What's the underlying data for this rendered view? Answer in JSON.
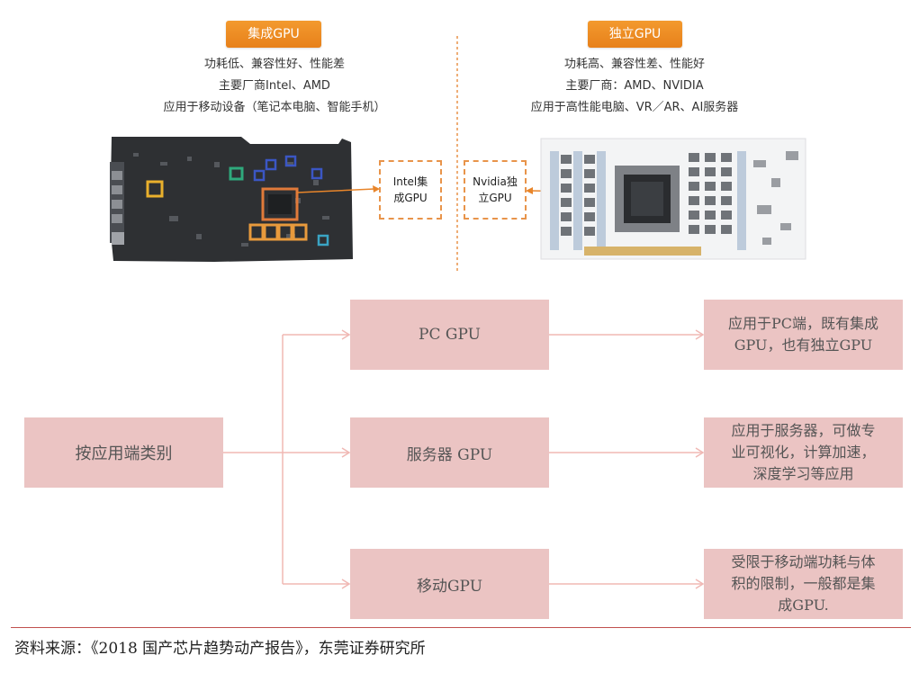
{
  "integrated": {
    "badge": "集成GPU",
    "lines": [
      "功耗低、兼容性好、性能差",
      "主要厂商Intel、AMD",
      "应用于移动设备（笔记本电脑、智能手机）"
    ],
    "callout": [
      "Intel集",
      "成GPU"
    ]
  },
  "discrete": {
    "badge": "独立GPU",
    "lines": [
      "功耗高、兼容性差、性能好",
      "主要厂商：AMD、NVIDIA",
      "应用于高性能电脑、VR／AR、AI服务器"
    ],
    "callout": [
      "Nvidia独",
      "立GPU"
    ]
  },
  "diagram": {
    "root": "按应用端类别",
    "categories": [
      {
        "label": "PC GPU",
        "desc": [
          "应用于PC端，既有集成",
          "GPU，也有独立GPU"
        ]
      },
      {
        "label": "服务器 GPU",
        "desc": [
          "应用于服务器，可做专",
          "业可视化，计算加速，",
          "深度学习等应用"
        ]
      },
      {
        "label": "移动GPU",
        "desc": [
          "受限于移动端功耗与体",
          "积的限制，一般都是集",
          "成GPU."
        ]
      }
    ]
  },
  "source": "资料来源：《2018 国产芯片趋势动产报告》，东莞证券研究所",
  "colors": {
    "accent": "#e8852a",
    "box": "#ebc4c3",
    "rule": "#c0504d"
  }
}
